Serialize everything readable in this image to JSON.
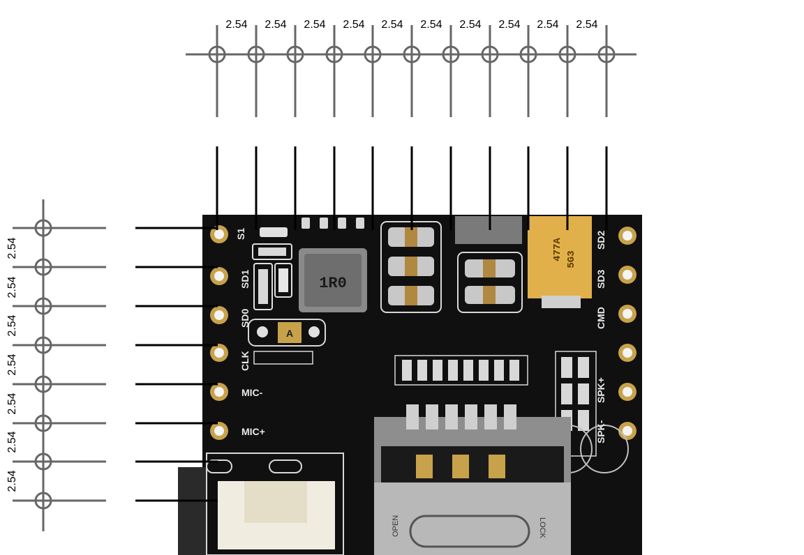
{
  "pitch": {
    "top": [
      "2.54",
      "2.54",
      "2.54",
      "2.54",
      "2.54",
      "2.54",
      "2.54",
      "2.54",
      "2.54",
      "2.54"
    ],
    "left": [
      "2.54",
      "2.54",
      "2.54",
      "2.54",
      "2.54",
      "2.54",
      "2.54"
    ]
  },
  "silkscreen": {
    "right_pins": [
      "SD2",
      "SD3",
      "CMD",
      "",
      "SPK+",
      "SPK-"
    ],
    "left_pins": [
      "S1",
      "SD1",
      "SD0",
      "CLK",
      "MIC-",
      "MIC+"
    ]
  },
  "components": {
    "inductor": "1R0",
    "tantalum": "477A",
    "tantalum_code": "5G3",
    "small_diode": "A",
    "card_slot_open": "OPEN",
    "card_slot_lock": "LOCK"
  }
}
